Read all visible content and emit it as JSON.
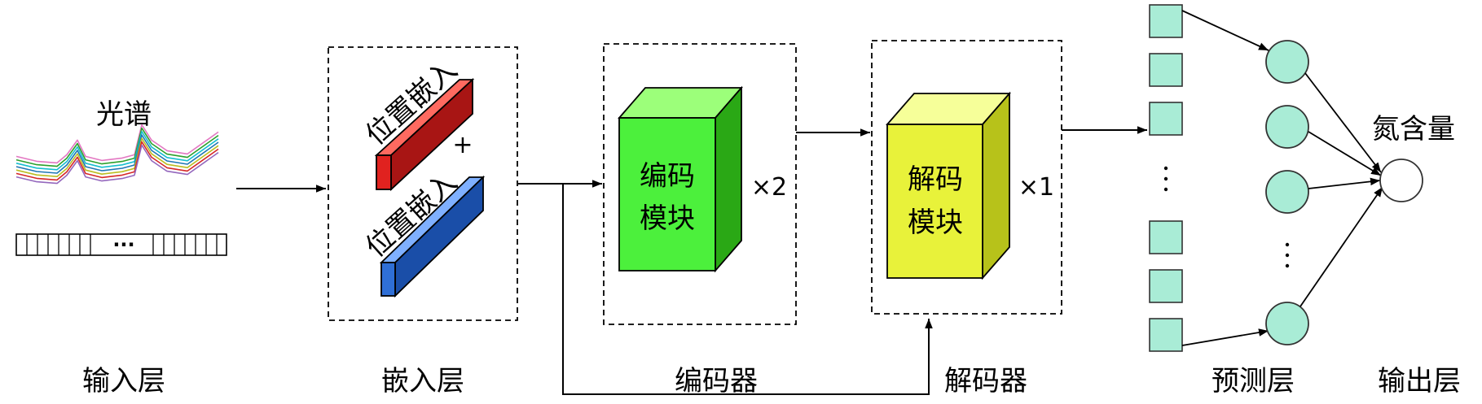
{
  "input": {
    "spectrum_label": "光谱",
    "ellipsis": "···",
    "layer_label": "输入层"
  },
  "embedding": {
    "red_bar_label": "位置嵌入",
    "blue_bar_label": "位置嵌入",
    "plus": "+",
    "layer_label": "嵌入层"
  },
  "encoder": {
    "block_line1": "编码",
    "block_line2": "模块",
    "multiplier": "×2",
    "layer_label": "编码器"
  },
  "decoder": {
    "block_line1": "解码",
    "block_line2": "模块",
    "multiplier": "×1",
    "layer_label": "解码器"
  },
  "prediction": {
    "layer_label": "预测层"
  },
  "output": {
    "node_label": "氮含量",
    "layer_label": "输出层"
  },
  "colors": {
    "spectrum_lines": [
      "#e377c2",
      "#2ca02c",
      "#17becf",
      "#1f77b4",
      "#bcbd22",
      "#d62728",
      "#9467bd"
    ],
    "red_bar": "#e0221f",
    "blue_bar": "#2f6fd6",
    "encoder_block": "#4cf03c",
    "decoder_block": "#e8f23a",
    "prediction_node": "#a9ecd6"
  }
}
